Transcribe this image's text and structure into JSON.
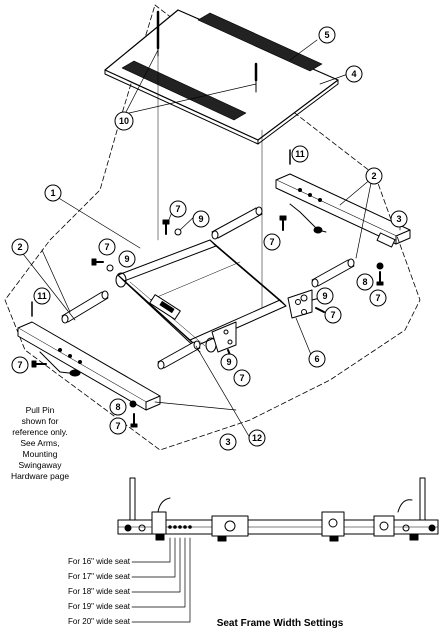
{
  "callouts": {
    "c1": "1",
    "c2a": "2",
    "c2b": "2",
    "c3a": "3",
    "c3b": "3",
    "c4": "4",
    "c5": "5",
    "c6": "6",
    "c7a": "7",
    "c7b": "7",
    "c7c": "7",
    "c7d": "7",
    "c7e": "7",
    "c7f": "7",
    "c7g": "7",
    "c7h": "7",
    "c8a": "8",
    "c8b": "8",
    "c9a": "9",
    "c9b": "9",
    "c9c": "9",
    "c9d": "9",
    "c10": "10",
    "c11a": "11",
    "c11b": "11",
    "c12": "12"
  },
  "pull_pin_note": [
    "Pull Pin",
    "shown for",
    "reference only.",
    "See Arms,",
    "Mounting",
    "Swingaway",
    "Hardware page"
  ],
  "width_settings": [
    "For 16\" wide seat",
    "For 17\" wide seat",
    "For 18\" wide seat",
    "For 19\" wide seat",
    "For 20\" wide seat"
  ],
  "caption": "Seat Frame Width Settings"
}
